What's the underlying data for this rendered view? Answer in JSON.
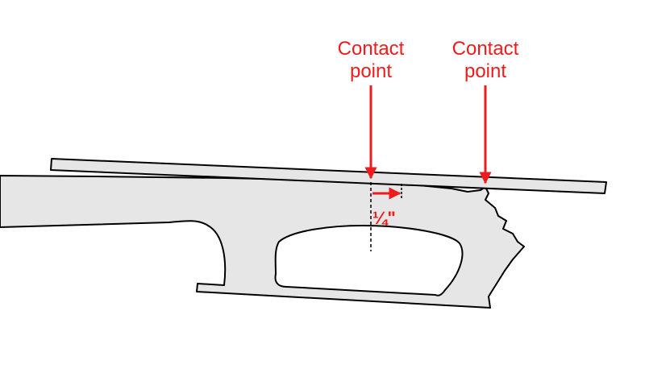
{
  "callouts": [
    {
      "line1": "Contact",
      "line2": "point"
    },
    {
      "line1": "Contact",
      "line2": "point"
    }
  ],
  "measurement": {
    "label": "¼\""
  },
  "colors": {
    "annotation": "#ee1c1c",
    "body_fill": "#e6e6e6",
    "outline": "#000000",
    "background": "#ffffff"
  }
}
